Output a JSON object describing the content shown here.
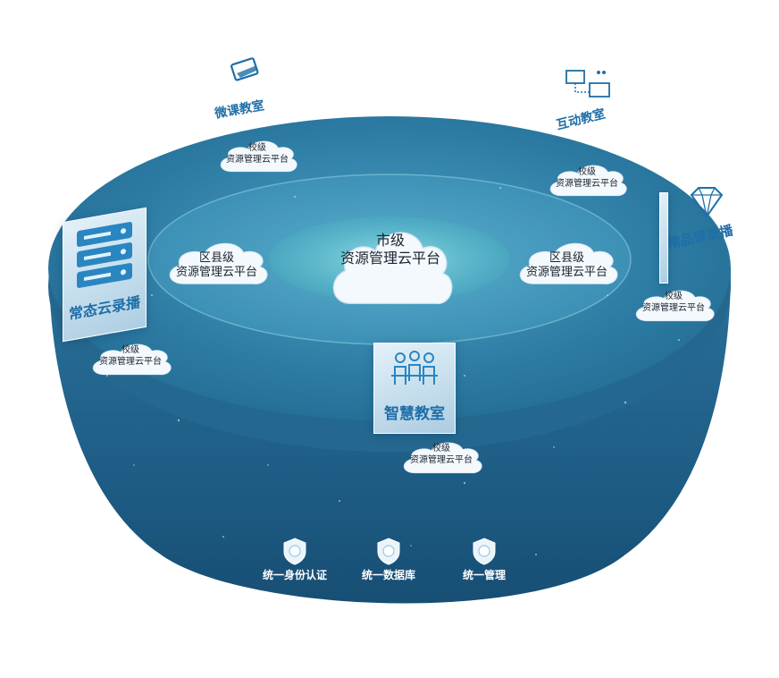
{
  "city_platform": {
    "line1": "市级",
    "line2": "资源管理云平台"
  },
  "district_left": {
    "line1": "区县级",
    "line2": "资源管理云平台"
  },
  "district_right": {
    "line1": "区县级",
    "line2": "资源管理云平台"
  },
  "school_label": {
    "line1": "校级",
    "line2": "资源管理云平台"
  },
  "scenes": {
    "micro_class": "微课教室",
    "interactive": "互动教室",
    "quality_course": "精品课录播",
    "regular_cloud": "常态云录播",
    "smart_classroom": "智慧教室"
  },
  "footer": [
    "统一身份认证",
    "统一数据库",
    "统一管理"
  ],
  "colors": {
    "disc_top": "#2f7fa6",
    "disc_side": "#1d5a82",
    "inner_ring": "#7fc6d6",
    "accent": "#1f6fa8"
  }
}
